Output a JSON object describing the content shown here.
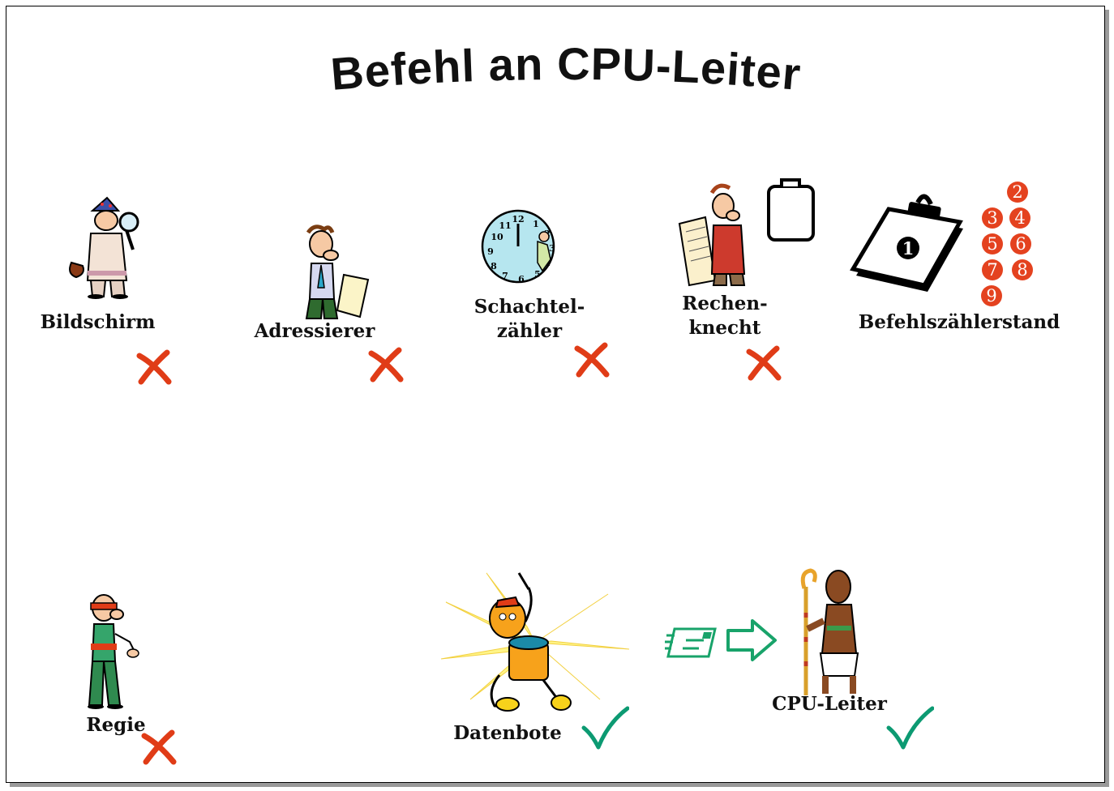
{
  "title": "Befehl an CPU-Leiter",
  "colors": {
    "cross": "#e03c17",
    "check": "#0c9a72",
    "badge": "#e4421f",
    "arrow": "#18a36a"
  },
  "roles": [
    {
      "label": "Bildschirm",
      "figure_icon": "detective-magnifier-icon",
      "status": "cross-icon"
    },
    {
      "label": "Adressierer",
      "figure_icon": "man-with-paper-icon",
      "status": "cross-icon"
    },
    {
      "label_line1": "Schachtel-",
      "label_line2": "zähler",
      "figure_icon": "clock-icon",
      "status": "cross-icon"
    },
    {
      "label_line1": "Rechen-",
      "label_line2": "knecht",
      "figure_icon": "man-with-scroll-icon",
      "status": "cross-icon"
    },
    {
      "label": "Befehlszählerstand",
      "figure_icon": "clipboard-icon"
    },
    {
      "label": "Regie",
      "figure_icon": "blindfolded-man-icon",
      "status": "cross-icon"
    },
    {
      "label": "Datenbote",
      "figure_icon": "running-courier-icon",
      "status": "check-icon"
    },
    {
      "label": "CPU-Leiter",
      "figure_icon": "leader-with-staff-icon",
      "status": "check-icon"
    }
  ],
  "clipboard_main_number": "❶",
  "counter_numbers": [
    "2",
    "3",
    "4",
    "5",
    "6",
    "7",
    "8",
    "9"
  ],
  "message_icon": "mail-icon",
  "arrow_icon": "arrow-right-icon"
}
